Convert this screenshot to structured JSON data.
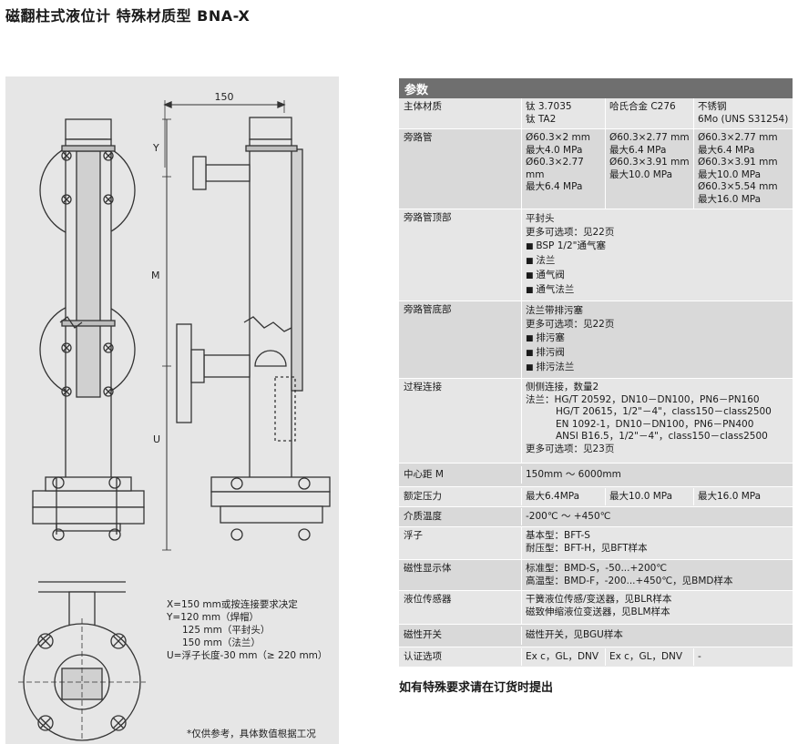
{
  "page_title": "磁翻柱式液位计 特殊材质型 BNA-X",
  "drawing": {
    "dim_width": "150",
    "label_y": "Y",
    "label_m": "M",
    "label_u": "U",
    "notes": [
      "X=150 mm或按连接要求决定",
      "Y=120 mm（焊帽）",
      "125 mm（平封头）",
      "150 mm（法兰）",
      "U=浮子长度-30 mm（≥ 220 mm）"
    ],
    "disclaimer": "*仅供参考，具体数值根据工况"
  },
  "spec": {
    "header": "参数",
    "rows": {
      "material": {
        "label": "主体材质",
        "c1": [
          "钛 3.7035",
          "钛 TA2"
        ],
        "c2": [
          "哈氏合金 C276"
        ],
        "c3": [
          "不锈钢",
          "6Mo (UNS S31254)"
        ]
      },
      "bypass": {
        "label": "旁路管",
        "c1": [
          "Ø60.3×2 mm",
          "最大4.0 MPa",
          "Ø60.3×2.77 mm",
          "最大6.4 MPa"
        ],
        "c2": [
          "Ø60.3×2.77 mm",
          "最大6.4 MPa",
          "Ø60.3×3.91 mm",
          "最大10.0 MPa"
        ],
        "c3": [
          "Ø60.3×2.77 mm",
          "最大6.4 MPa",
          "Ø60.3×3.91 mm",
          "最大10.0 MPa",
          "Ø60.3×5.54 mm",
          "最大16.0 MPa"
        ]
      },
      "top": {
        "label": "旁路管顶部",
        "lines": [
          "平封头",
          "更多可选项：见22页"
        ],
        "bullets": [
          "BSP 1/2\"通气塞",
          "法兰",
          "通气阀",
          "通气法兰"
        ]
      },
      "bottom": {
        "label": "旁路管底部",
        "lines": [
          "法兰带排污塞",
          "更多可选项：见22页"
        ],
        "bullets": [
          "排污塞",
          "排污阀",
          "排污法兰"
        ]
      },
      "process": {
        "label": "过程连接",
        "lines": [
          "侧侧连接，数量2",
          "法兰：HG/T 20592，DN10－DN100，PN6－PN160"
        ],
        "indented": [
          "HG/T 20615，1/2\"－4\"，class150－class2500",
          "EN 1092-1，DN10－DN100，PN6－PN400",
          "ANSI B16.5，1/2\"－4\"，class150－class2500"
        ],
        "more": "更多可选项：见23页"
      },
      "center": {
        "label": "中心距 M",
        "value": "150mm ～ 6000mm"
      },
      "pressure": {
        "label": "额定压力",
        "c1": "最大6.4MPa",
        "c2": "最大10.0 MPa",
        "c3": "最大16.0 MPa"
      },
      "temp": {
        "label": "介质温度",
        "value": "-200℃ ～ +450℃"
      },
      "float": {
        "label": "浮子",
        "lines": [
          "基本型：BFT-S",
          "耐压型：BFT-H，见BFT样本"
        ]
      },
      "display": {
        "label": "磁性显示体",
        "lines": [
          "标准型：BMD-S，-50...+200℃",
          "高温型：BMD-F，-200...+450℃，见BMD样本"
        ]
      },
      "sensor": {
        "label": "液位传感器",
        "lines": [
          "干簧液位传感/变送器，见BLR样本",
          "磁致伸缩液位变送器，见BLM样本"
        ]
      },
      "switch": {
        "label": "磁性开关",
        "value": "磁性开关，见BGU样本"
      },
      "cert": {
        "label": "认证选项",
        "c1": "Ex c，GL，DNV",
        "c2": "Ex c，GL，DNV",
        "c3": "-"
      }
    }
  },
  "footer_note": "如有特殊要求请在订货时提出"
}
